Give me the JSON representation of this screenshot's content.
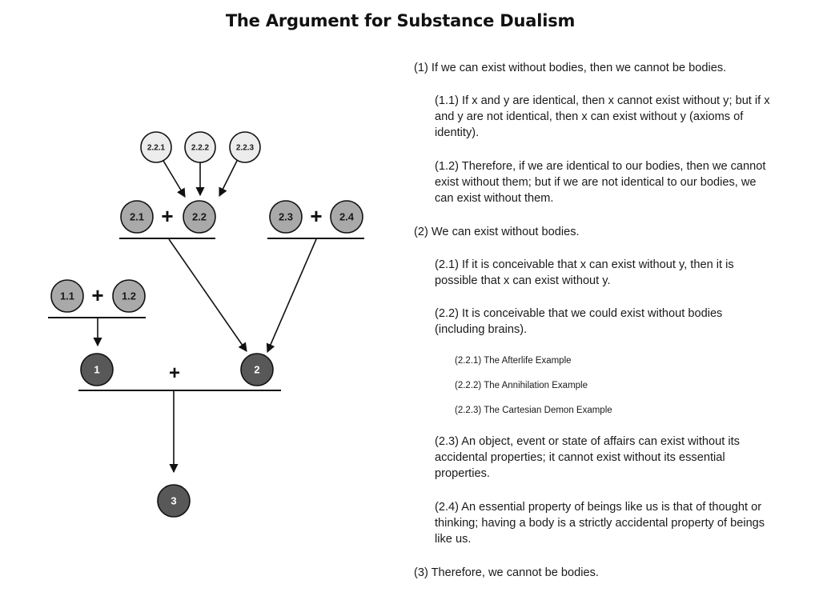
{
  "title": "The Argument for Substance Dualism",
  "diagram": {
    "nodes": [
      {
        "id": "2.2.1",
        "label": "2.2.1",
        "tier": "light"
      },
      {
        "id": "2.2.2",
        "label": "2.2.2",
        "tier": "light"
      },
      {
        "id": "2.2.3",
        "label": "2.2.3",
        "tier": "light"
      },
      {
        "id": "2.1",
        "label": "2.1",
        "tier": "mid"
      },
      {
        "id": "2.2",
        "label": "2.2",
        "tier": "mid"
      },
      {
        "id": "2.3",
        "label": "2.3",
        "tier": "mid"
      },
      {
        "id": "2.4",
        "label": "2.4",
        "tier": "mid"
      },
      {
        "id": "1.1",
        "label": "1.1",
        "tier": "mid"
      },
      {
        "id": "1.2",
        "label": "1.2",
        "tier": "mid"
      },
      {
        "id": "1",
        "label": "1",
        "tier": "dark"
      },
      {
        "id": "2",
        "label": "2",
        "tier": "dark"
      },
      {
        "id": "3",
        "label": "3",
        "tier": "dark"
      }
    ],
    "plus_symbol": "+",
    "edges": [
      {
        "from": "2.2.1",
        "to": "2.2"
      },
      {
        "from": "2.2.2",
        "to": "2.2"
      },
      {
        "from": "2.2.3",
        "to": "2.2"
      },
      {
        "from": "2.1+2.2",
        "to": "2"
      },
      {
        "from": "2.3+2.4",
        "to": "2"
      },
      {
        "from": "1.1+1.2",
        "to": "1"
      },
      {
        "from": "1+2",
        "to": "3"
      }
    ],
    "colors": {
      "light": "#ececec",
      "mid": "#a9a9a9",
      "dark": "#585858",
      "stroke": "#111111"
    }
  },
  "premises": {
    "p1": "(1) If we can exist without bodies, then we cannot be bodies.",
    "p1_1": "(1.1) If x and y are identical, then x cannot exist without y; but if x and y are not identical, then x can exist without y (axioms of identity).",
    "p1_2": "(1.2) Therefore, if we are identical to our bodies, then we cannot exist without them; but if we are not identical to our bodies, we can exist without them.",
    "p2": "(2) We can exist without bodies.",
    "p2_1": "(2.1) If it is conceivable that x can exist without y, then it is possible that x can exist without y.",
    "p2_2": "(2.2) It is conceivable that we could exist without bodies (including brains).",
    "p2_2_1": "(2.2.1) The Afterlife Example",
    "p2_2_2": "(2.2.2) The Annihilation Example",
    "p2_2_3": "(2.2.3) The Cartesian Demon Example",
    "p2_3": "(2.3) An object, event or state of affairs can exist without its accidental properties; it cannot exist without its essential properties.",
    "p2_4": "(2.4) An essential property of beings like us is that of thought or thinking; having a body is a strictly accidental property of beings like us.",
    "p3": "(3) Therefore, we cannot be bodies."
  }
}
